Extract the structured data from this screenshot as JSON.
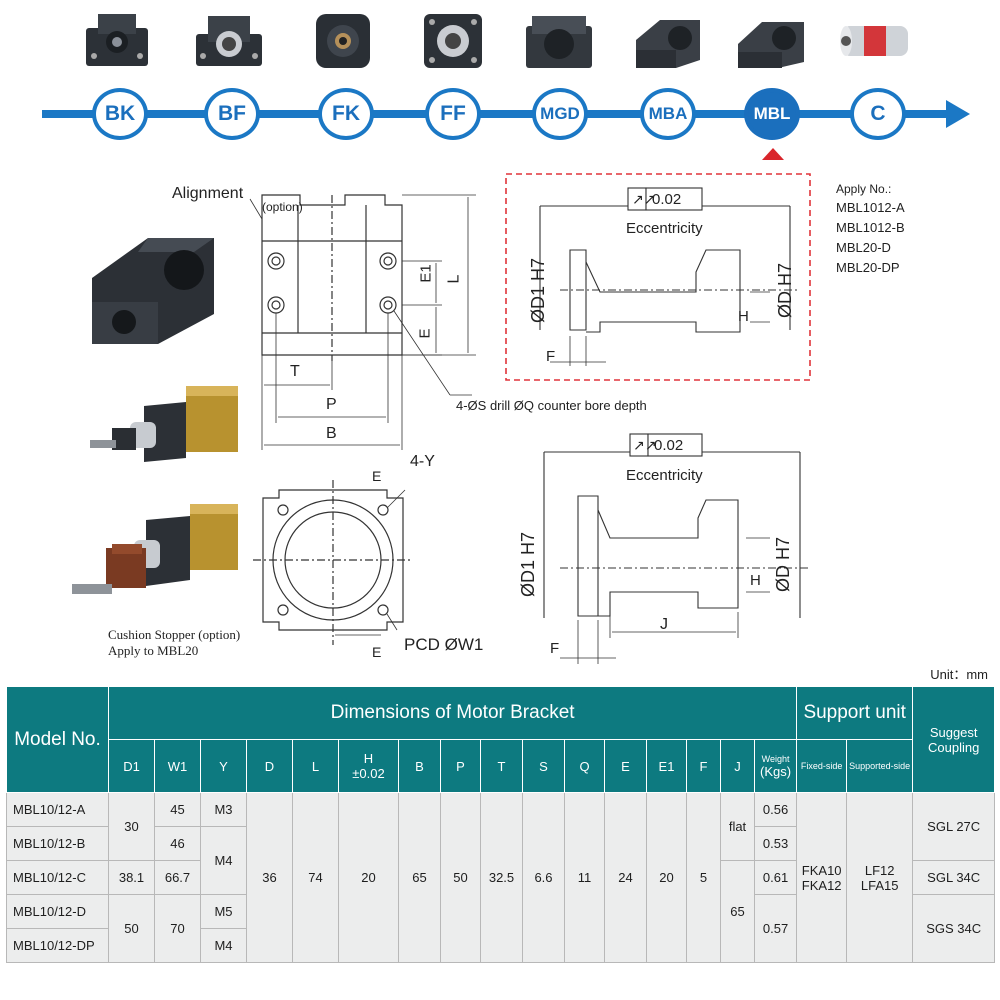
{
  "nav": {
    "items": [
      {
        "label": "BK",
        "active": false
      },
      {
        "label": "BF",
        "active": false
      },
      {
        "label": "FK",
        "active": false
      },
      {
        "label": "FF",
        "active": false
      },
      {
        "label": "MGD",
        "active": false
      },
      {
        "label": "MBA",
        "active": false
      },
      {
        "label": "MBL",
        "active": true
      },
      {
        "label": "C",
        "active": false
      }
    ]
  },
  "drawing": {
    "alignment": "Alignment",
    "option_suffix": "(option)",
    "dim_E1": "E1",
    "dim_L": "L",
    "dim_E": "E",
    "dim_T": "T",
    "dim_P": "P",
    "dim_B": "B",
    "drill_note": "4-ØS drill ØQ counter bore depth",
    "dim_4Y": "4-Y",
    "dim_E_top": "E",
    "dim_E_bottom": "E",
    "pcd": "PCD  ØW1",
    "cushion_line1": "Cushion Stopper (option)",
    "cushion_line2": "Apply to MBL20",
    "tolerance": "0.02",
    "tolerance2": "0.02",
    "eccentricity": "Eccentricity",
    "eccentricity2": "Eccentricity",
    "apply_title": "Apply No.:",
    "apply_list": [
      "MBL1012-A",
      "MBL1012-B",
      "MBL20-D",
      "MBL20-DP"
    ],
    "d1h7": "ØD1 H7",
    "dh7": "ØD H7",
    "dim_H": "H",
    "dim_F": "F",
    "d1h7_b": "ØD1 H7",
    "dh7_b": "ØD H7",
    "dim_H_b": "H",
    "dim_F_b": "F",
    "dim_J": "J"
  },
  "table": {
    "unit": "Unit：mm",
    "headers": {
      "model": "Model No.",
      "dimensions": "Dimensions of Motor Bracket",
      "support_unit": "Support unit",
      "coupling": "Suggest Coupling",
      "D1": "D1",
      "W1": "W1",
      "Y": "Y",
      "D": "D",
      "L": "L",
      "H": "H",
      "H_tol": "±0.02",
      "B": "B",
      "P": "P",
      "T": "T",
      "S": "S",
      "Q": "Q",
      "E": "E",
      "E1": "E1",
      "F": "F",
      "J": "J",
      "weight": "Weight",
      "weight_unit": "(Kgs)",
      "fixed": "Fixed-side",
      "supported": "Supported-side"
    },
    "models": [
      "MBL10/12-A",
      "MBL10/12-B",
      "MBL10/12-C",
      "MBL10/12-D",
      "MBL10/12-DP"
    ],
    "D1": [
      "30",
      "38.1",
      "50"
    ],
    "W1": [
      "45",
      "46",
      "66.7",
      "70"
    ],
    "Y": [
      "M3",
      "M4",
      "M5",
      "M4"
    ],
    "common": {
      "D": "36",
      "L": "74",
      "H": "20",
      "B": "65",
      "P": "50",
      "T": "32.5",
      "S": "6.6",
      "Q": "11",
      "E": "24",
      "E1": "20",
      "F": "5"
    },
    "J": [
      "flat",
      "65"
    ],
    "weight": [
      "0.56",
      "0.53",
      "0.61",
      "0.57"
    ],
    "fixed": [
      "FKA10",
      "FKA12"
    ],
    "supported": [
      "LF12",
      "LFA15"
    ],
    "coupling": [
      "SGL 27C",
      "SGL 34C",
      "SGS 34C"
    ]
  }
}
